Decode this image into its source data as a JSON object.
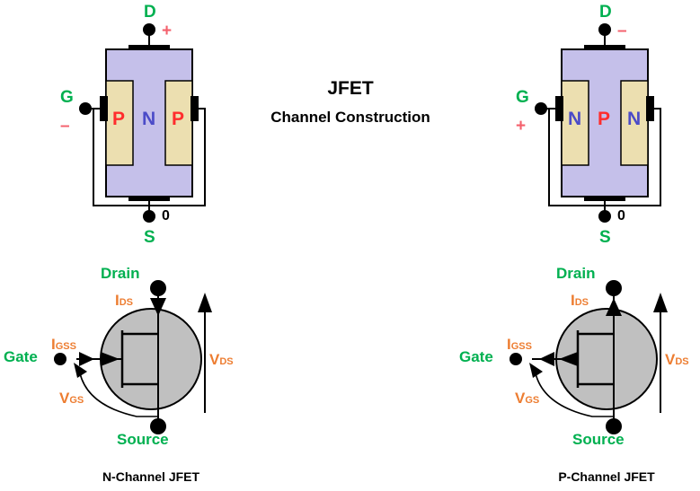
{
  "title": {
    "line1": "JFET",
    "line2": "Channel Construction"
  },
  "colors": {
    "body_n": "#c5c0ea",
    "body_p": "#c5c0ea",
    "gate_region": "#ecdfb0",
    "symbol_circle": "#c0c0c0",
    "terminal_green": "#00b050",
    "label_orange": "#ed7d31",
    "polarity_red": "#f4606c",
    "letter_p": "#ff2d2d",
    "letter_n": "#4b4bc8",
    "wire": "#000000"
  },
  "construction_left": {
    "name": "n-channel-construction",
    "drain_label": "D",
    "drain_polarity": "+",
    "gate_label": "G",
    "gate_polarity": "–",
    "source_label": "S",
    "source_value": "0",
    "region_left": "P",
    "region_center": "N",
    "region_right": "P",
    "region_left_color": "#ff2d2d",
    "region_center_color": "#4b4bc8",
    "region_right_color": "#ff2d2d"
  },
  "construction_right": {
    "name": "p-channel-construction",
    "drain_label": "D",
    "drain_polarity": "–",
    "gate_label": "G",
    "gate_polarity": "+",
    "source_label": "S",
    "source_value": "0",
    "region_left": "N",
    "region_center": "P",
    "region_right": "N",
    "region_left_color": "#4b4bc8",
    "region_center_color": "#ff2d2d",
    "region_right_color": "#4b4bc8"
  },
  "symbol_left": {
    "name": "n-channel-jfet-symbol",
    "drain_label": "Drain",
    "source_label": "Source",
    "gate_label": "Gate",
    "current_ds": "I",
    "current_ds_sub": "DS",
    "current_gss": "I",
    "current_gss_sub": "GSS",
    "voltage_gs": "V",
    "voltage_gs_sub": "GS",
    "voltage_ds": "V",
    "voltage_ds_sub": "DS",
    "ids_direction": "down",
    "gate_arrow_direction": "right",
    "vds_direction": "up",
    "caption": "N-Channel JFET"
  },
  "symbol_right": {
    "name": "p-channel-jfet-symbol",
    "drain_label": "Drain",
    "source_label": "Source",
    "gate_label": "Gate",
    "current_ds": "I",
    "current_ds_sub": "DS",
    "current_gss": "I",
    "current_gss_sub": "GSS",
    "voltage_gs": "V",
    "voltage_gs_sub": "GS",
    "voltage_ds": "V",
    "voltage_ds_sub": "DS",
    "ids_direction": "up",
    "gate_arrow_direction": "left",
    "vds_direction": "up",
    "caption": "P-Channel JFET"
  }
}
